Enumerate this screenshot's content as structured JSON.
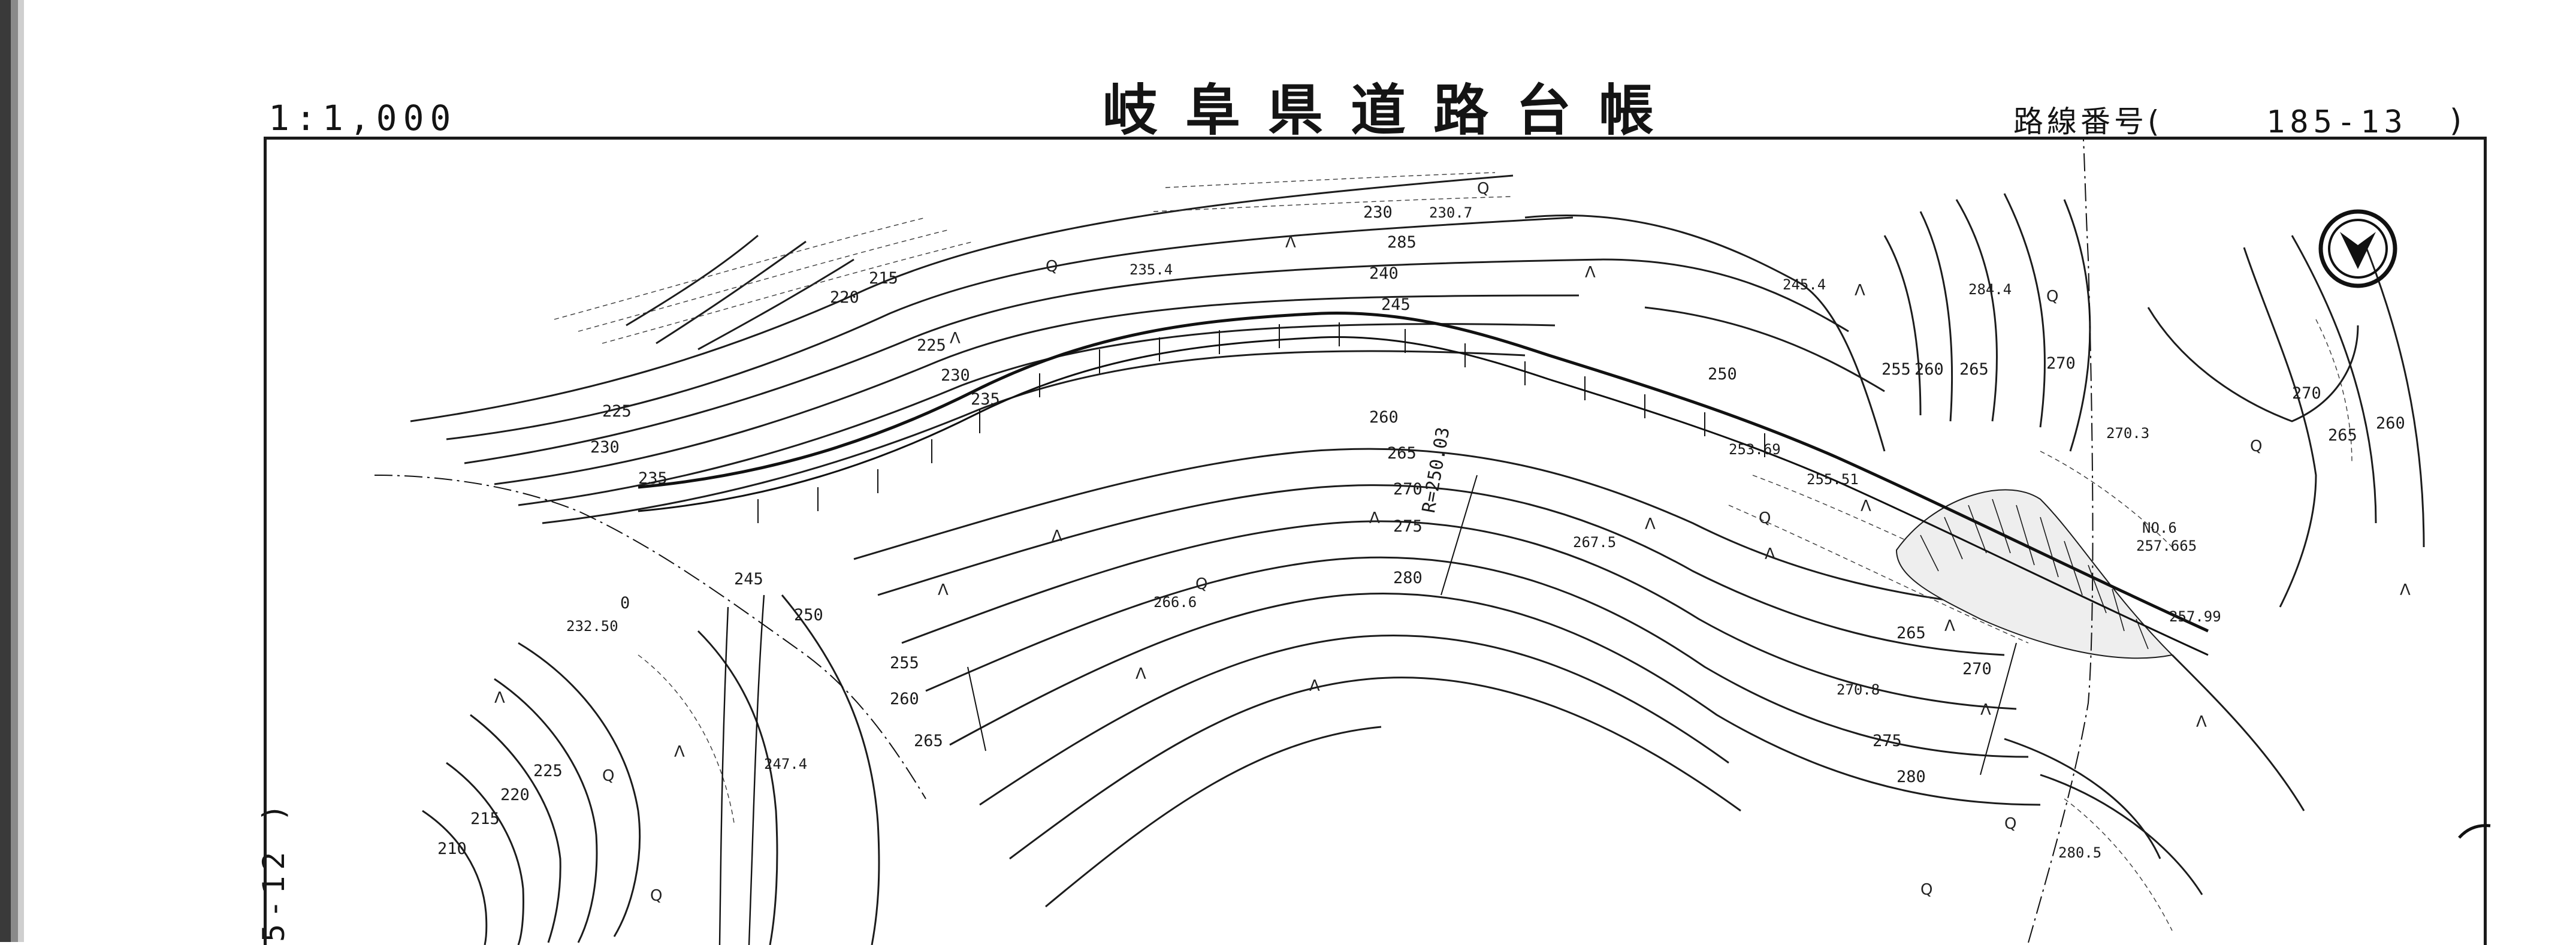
{
  "sheet": {
    "scale": "1:1,000",
    "title": "岐阜県道路台帳",
    "route_label": "路線番号(",
    "route_number": "185-13",
    "route_close": ")",
    "side_reference": "5-12 )"
  },
  "map": {
    "contour_labels": {
      "c210": "210",
      "c215a": "215",
      "c215b": "215",
      "c220a": "220",
      "c220b": "220",
      "c225a": "225",
      "c225b": "225",
      "c225c": "225",
      "c230a": "230",
      "c230b": "230",
      "c230c": "230",
      "c235a": "235",
      "c235b": "235",
      "c240": "240",
      "c245a": "245",
      "c245b": "245",
      "c250a": "250",
      "c250b": "250",
      "c255a": "255",
      "c255b": "255",
      "c260a": "260",
      "c260b": "260",
      "c260c": "260",
      "c265a": "265",
      "c265b": "265",
      "c265c": "265",
      "c265d": "265",
      "c265e": "265",
      "c270a": "270",
      "c270b": "270",
      "c270c": "270",
      "c270d": "270",
      "c275a": "275",
      "c275b": "275",
      "c280a": "280",
      "c280b": "280",
      "c285": "285"
    },
    "spot_heights": {
      "h2307": "230.7",
      "h2354": "235.4",
      "h2454": "245.4",
      "h2844": "284.4",
      "h2703": "270.3",
      "h25369": "253.69",
      "h25551": "255.51",
      "h2675": "267.5",
      "h2666": "266.6",
      "h2708": "270.8",
      "h2805": "280.5",
      "h2474": "247.4",
      "h23250": "232.50",
      "h25799": "257.99"
    },
    "stations": {
      "no0": "0",
      "no6": "NO.6",
      "no6_elev": "257.665"
    },
    "curve_labels": {
      "ip_radius": "R=250.03"
    }
  },
  "colors": {
    "ink": "#1a1a1a",
    "paper": "#ffffff"
  },
  "icons": {
    "north": "north-arrow-icon",
    "edge": "sheet-edge-mark"
  }
}
